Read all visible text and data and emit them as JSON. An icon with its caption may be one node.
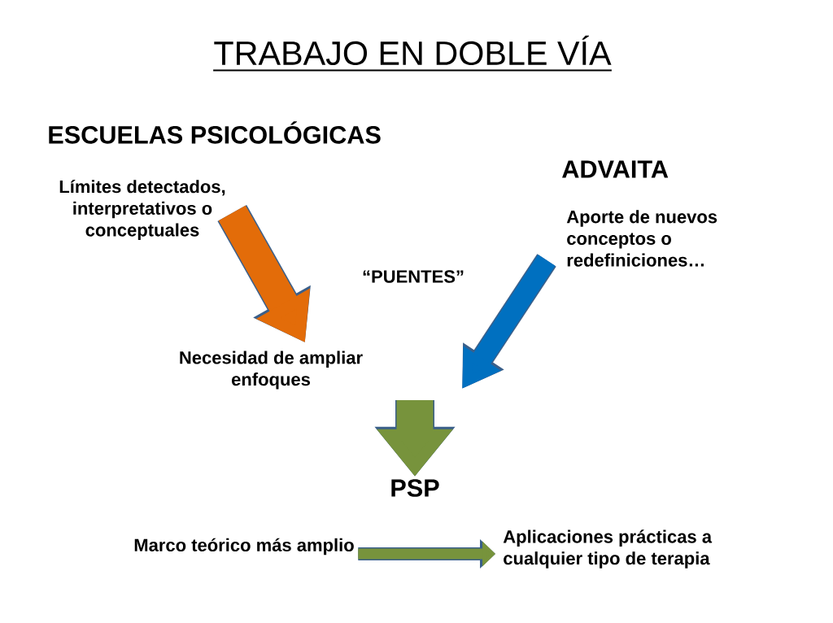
{
  "diagram": {
    "title": "TRABAJO EN DOBLE VÍA",
    "nodes": [
      {
        "text": [
          "Límites detectados, interpretativos o conceptuales"
        ]
      },
      {
        "text": [
          "Necesidad de ampliar enfoques"
        ]
      },
      {
        "text": [
          "Aporte de nuevos conceptos o redefiniciones…"
        ]
      },
      {
        "text": [
          "PSP"
        ]
      },
      {
        "text": [
          "Marco teórico más amplio"
        ]
      },
      {
        "text": [
          "Aplicaciones prácticas a cualquier tipo de terapia"
        ]
      }
    ],
    "edges": [
      {
        "from": 0,
        "to": 1,
        "arrow": "to",
        "color": "#e36c09"
      },
      {
        "from": 2,
        "to": null,
        "arrow": "to",
        "color": "#0070c0"
      },
      {
        "from": null,
        "to": 3,
        "arrow": "to",
        "style": "thick"
      },
      {
        "from": 4,
        "to": 5,
        "arrow": "to"
      }
    ],
    "labels": [
      "ESCUELAS PSICOLÓGICAS",
      "ADVAITA",
      "“PUENTES”"
    ]
  }
}
